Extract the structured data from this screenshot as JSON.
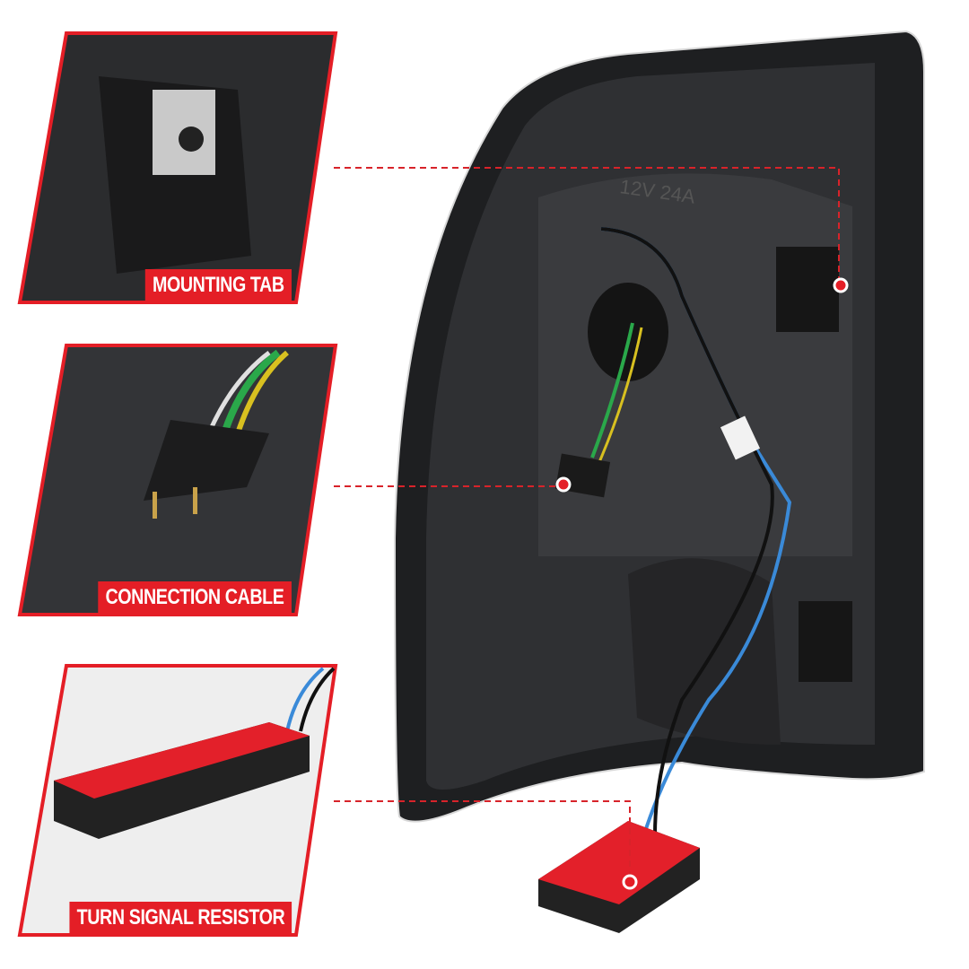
{
  "callouts": [
    {
      "label": "MOUNTING TAB"
    },
    {
      "label": "CONNECTION CABLE"
    },
    {
      "label": "TURN SIGNAL RESISTOR"
    }
  ],
  "product_markings": {
    "housing": "12V 24A"
  },
  "colors": {
    "accent": "#e41e26",
    "housing": "#2a2b2d",
    "background": "#ffffff"
  }
}
